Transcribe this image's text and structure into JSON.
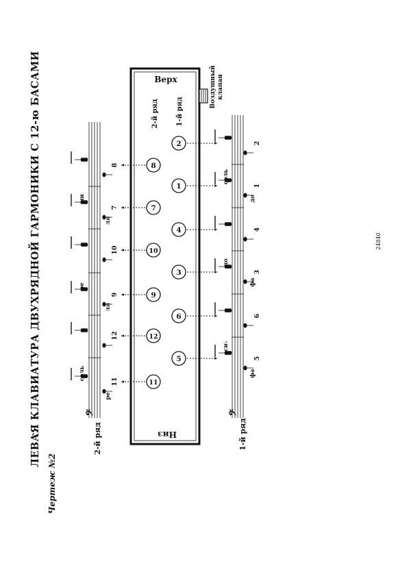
{
  "page": {
    "title": "ЛЕВАЯ КЛАВИАТУРА ДВУХРЯДНОЙ ГАРМОНИКИ С 12-ю БАСАМИ",
    "caption": "Чертеж №2",
    "page_code": "24840",
    "tick_mark": "ʼ"
  },
  "keyboard": {
    "top_label": "Верх",
    "bottom_label": "Низ",
    "air_valve_label_1": "Воздушный",
    "air_valve_label_2": "клапан",
    "row2_header": "2-й ряд",
    "row1_header": "1-й ряд"
  },
  "row2": {
    "label": "2-й ряд",
    "buttons": [
      "8",
      "7",
      "10",
      "9",
      "12",
      "11"
    ],
    "numbers": [
      "8",
      "7",
      "10",
      "9",
      "12",
      "11"
    ],
    "bass_names": [
      "ми",
      "ля",
      "ре",
      "ля",
      "соль",
      "ре"
    ]
  },
  "row1": {
    "label": "1-й ряд",
    "buttons": [
      "2",
      "1",
      "4",
      "3",
      "6",
      "5"
    ],
    "numbers": [
      "2",
      "1",
      "4",
      "3",
      "6",
      "5"
    ],
    "bass_names": [
      "соль",
      "до",
      "до",
      "фа",
      "си♭",
      "фа"
    ]
  },
  "colors": {
    "ink": "#111111",
    "paper": "#ffffff"
  }
}
